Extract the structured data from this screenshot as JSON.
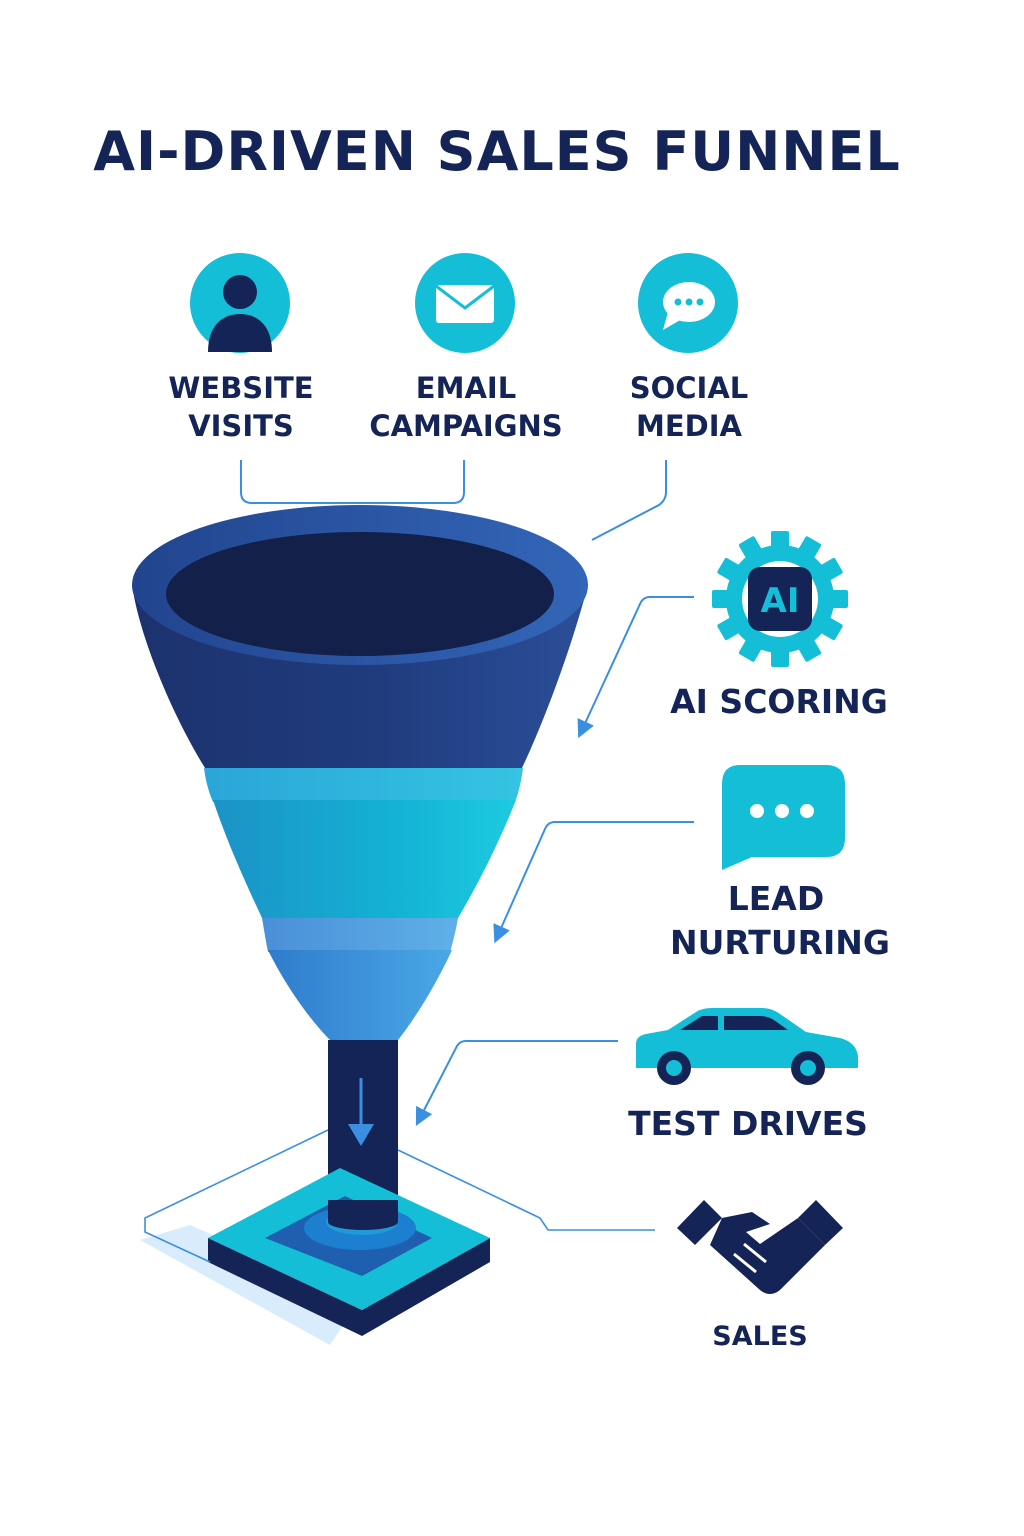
{
  "title": "AI-DRIVEN SALES FUNNEL",
  "sources": [
    {
      "line1": "WEBSITE",
      "line2": "VISITS",
      "icon": "user-icon"
    },
    {
      "line1": "EMAIL",
      "line2": "CAMPAIGNS",
      "icon": "envelope-icon"
    },
    {
      "line1": "SOCIAL",
      "line2": "MEDIA",
      "icon": "chat-bubble-icon"
    }
  ],
  "stages": [
    {
      "line1": "AI SCORING",
      "icon": "ai-gear-icon"
    },
    {
      "line1": "LEAD",
      "line2": "NURTURING",
      "icon": "speech-bubble-icon"
    },
    {
      "line1": "TEST DRIVES",
      "icon": "car-icon"
    },
    {
      "line1": "SALES",
      "icon": "handshake-icon"
    }
  ],
  "gear_text": "AI",
  "colors": {
    "navy": "#152456",
    "funnel_dark": "#1f3a7a",
    "funnel_mid": "#2d58a6",
    "cyan": "#14bed6",
    "light_blue": "#3d9ee0",
    "accent_line": "#3a8fe0"
  }
}
